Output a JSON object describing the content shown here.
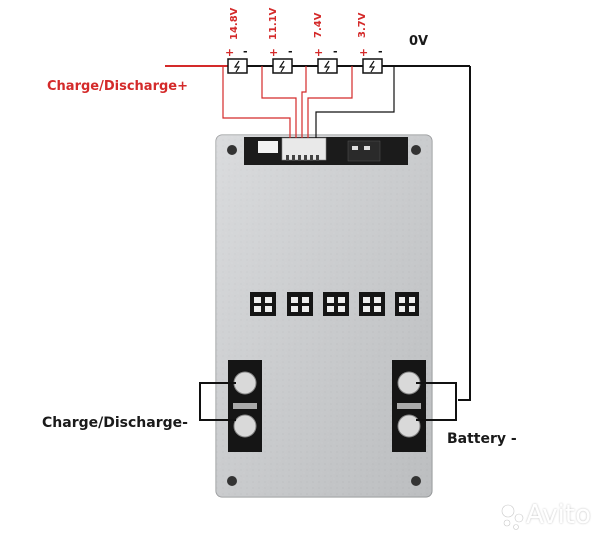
{
  "labels": {
    "charge_discharge_plus": "Charge/Discharge+",
    "charge_discharge_minus": "Charge/Discharge-",
    "battery_minus": "Battery -",
    "zero_v": "0V",
    "voltages": [
      "14.8V",
      "11.1V",
      "7.4V",
      "3.7V"
    ],
    "plus_sign": "+",
    "minus_sign": "-"
  },
  "watermark": "Avito",
  "colors": {
    "red_wire": "#d42a2a",
    "black_wire": "#111111",
    "board": "#c9cbcd",
    "label_dark": "#1a1a1a"
  },
  "icons": [
    "battery-cell-icon",
    "mosfet-icon",
    "avito-logo-icon"
  ]
}
